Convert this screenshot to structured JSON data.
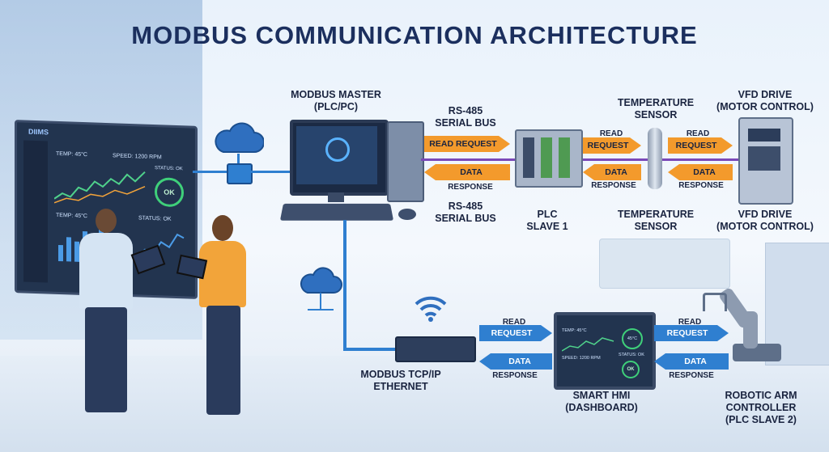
{
  "title": "MODBUS COMMUNICATION ARCHITECTURE",
  "master": {
    "line1": "MODBUS MASTER",
    "line2": "(PLC/PC)"
  },
  "bus_top": {
    "line1": "RS-485",
    "line2": "SERIAL BUS"
  },
  "bus_bottom": {
    "line1": "RS-485",
    "line2": "SERIAL BUS"
  },
  "plc1": {
    "line1": "PLC",
    "line2": "SLAVE 1"
  },
  "temp_top": {
    "line1": "TEMPERATURE",
    "line2": "SENSOR"
  },
  "temp_bottom": {
    "line1": "TEMPERATURE",
    "line2": "SENSOR"
  },
  "vfd_top": {
    "line1": "VFD DRIVE",
    "line2": "(MOTOR CONTROL)"
  },
  "vfd_bottom": {
    "line1": "VFD DRIVE",
    "line2": "(MOTOR CONTROL)"
  },
  "ethernet": {
    "line1": "MODBUS TCP/IP",
    "line2": "ETHERNET"
  },
  "hmi": {
    "line1": "SMART HMI",
    "line2": "(DASHBOARD)"
  },
  "robot": {
    "line1": "ROBOTIC ARM",
    "line2": "CONTROLLER",
    "line3": "(PLC SLAVE 2)"
  },
  "arrows": {
    "read_request": "READ REQUEST",
    "read": "READ",
    "request": "REQUEST",
    "data": "DATA",
    "response": "RESPONSE"
  },
  "dashboard": {
    "brand": "DIIMS",
    "temp": "TEMP: 45°C",
    "speed": "SPEED: 1200 RPM",
    "status": "STATUS: OK",
    "ok": "OK"
  },
  "hmi_screen": {
    "temp": "TEMP: 45°C",
    "speed": "SPEED: 1200 RPM",
    "status": "STATUS: OK",
    "ok": "OK",
    "gauge": "45°C"
  },
  "colors": {
    "serial": "#f39a2c",
    "ethernet": "#2f7fd0",
    "bus_wire": "#7a49b8",
    "title": "#1b2f5e"
  }
}
